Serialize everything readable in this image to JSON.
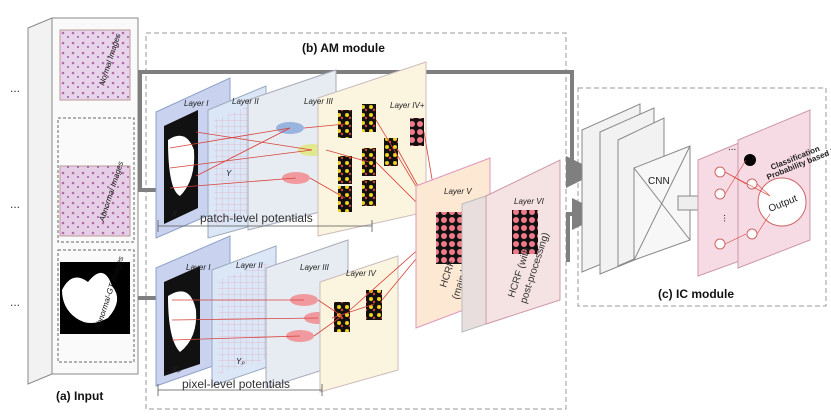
{
  "captions": {
    "input": "(a) Input",
    "am_module": "(b) AM module",
    "ic_module": "(c) IC module"
  },
  "input_labels": {
    "normal": "Normal Images",
    "abnormal": "Abnormal Images",
    "abnormal_gt": "Abnormal-GT Images",
    "ellipsis": "..."
  },
  "patch": {
    "potentials": "patch-level potentials",
    "layer1": "Layer I",
    "layer2": "Layer II",
    "layer3": "Layer III",
    "layer4": "Layer IV+",
    "x_label": "X",
    "y_label": "Y"
  },
  "pixel": {
    "potentials": "pixel-level potentials",
    "layer1": "Layer I",
    "layer2": "Layer II",
    "layer3": "Layer III",
    "layer4": "Layer IV",
    "x_label": "Xₚ",
    "y_label": "Yₚ"
  },
  "layer5": {
    "label": "Layer V",
    "hcrf": "HCRF",
    "hcrf2": "(main body)"
  },
  "layer6": {
    "label": "Layer VI",
    "hcrf": "HCRF (with",
    "hcrf2": "post-processing)"
  },
  "ic": {
    "cnn": "CNN",
    "classification": "Classification",
    "prob_el": "Probability based EL",
    "output": "Output",
    "dots": "..."
  },
  "colors": {
    "arrow": "#7f7f7f",
    "red_line": "#d9423a",
    "layer1_fill": "#c9d3f0",
    "layer2_fill": "#dbe6f7",
    "layer3_fill": "#e6ecf1",
    "layer4_fill": "#fbf5df",
    "layer5_fill": "#fde8d3",
    "layer6_fill": "#f5e2e2",
    "output_fill": "#f6dbe4"
  }
}
